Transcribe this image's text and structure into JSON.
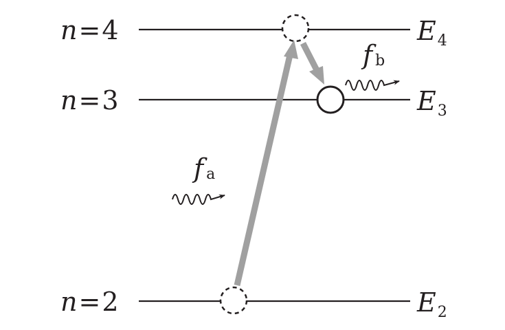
{
  "levels": [
    {
      "n_label": "n",
      "eq": "=",
      "n_value": "4",
      "energy": "E",
      "energy_sub": "4"
    },
    {
      "n_label": "n",
      "eq": "=",
      "n_value": "3",
      "energy": "E",
      "energy_sub": "3"
    },
    {
      "n_label": "n",
      "eq": "=",
      "n_value": "2",
      "energy": "E",
      "energy_sub": "2"
    }
  ],
  "photons": {
    "absorbed": {
      "symbol": "f",
      "sub": "a"
    },
    "emitted": {
      "symbol": "f",
      "sub": "b"
    }
  },
  "colors": {
    "line": "#231f20",
    "arrow": "#a0a0a0"
  }
}
